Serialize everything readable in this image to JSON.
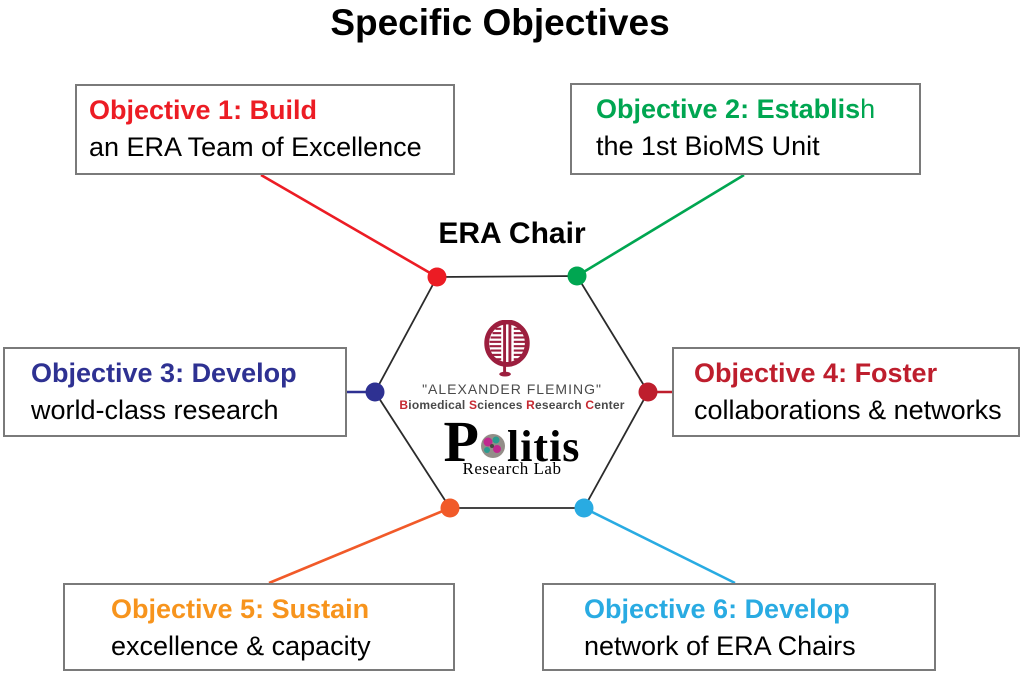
{
  "title": "Specific Objectives",
  "center_label": "ERA Chair",
  "colors": {
    "red": "#EC1C24",
    "green": "#00A651",
    "navy": "#2E3192",
    "crimson": "#BE1E2D",
    "orange_text": "#F7941D",
    "orange_node": "#F15A29",
    "cyan": "#29ABE2",
    "hexagon_stroke": "#2b2b2b",
    "box_border": "#7a7a7a",
    "fleming_maroon": "#9C1E3E",
    "fleming_initial_red": "#C62931",
    "fleming_gray": "#4a4a4a",
    "cell_gray": "#938E88",
    "cell_magenta": "#C0298F",
    "cell_teal": "#2C9B8F",
    "cell_dark": "#4A4742"
  },
  "objectives": [
    {
      "heading": "Objective 1: Build",
      "heading_tail": "",
      "subtitle": "an ERA Team of Excellence"
    },
    {
      "heading": "Objective 2: Establis",
      "heading_tail": "h",
      "subtitle": "the 1st BioMS Unit"
    },
    {
      "heading": "Objective 3: Develop",
      "heading_tail": "",
      "subtitle": "world-class research"
    },
    {
      "heading": "Objective 4: Foster",
      "heading_tail": "",
      "subtitle": "collaborations & networks"
    },
    {
      "heading": "Objective 5: Sustain",
      "heading_tail": "",
      "subtitle": "excellence & capacity"
    },
    {
      "heading": "Objective 6: Develop",
      "heading_tail": "",
      "subtitle": "network of ERA Chairs"
    }
  ],
  "fleming": {
    "name": "\"ALEXANDER FLEMING\"",
    "subtitle_parts": [
      "B",
      "iomedical ",
      "S",
      "ciences ",
      "R",
      "esearch ",
      "C",
      "enter"
    ]
  },
  "politis": {
    "initial": "P",
    "rest": "litis",
    "subtitle": "Research Lab"
  }
}
